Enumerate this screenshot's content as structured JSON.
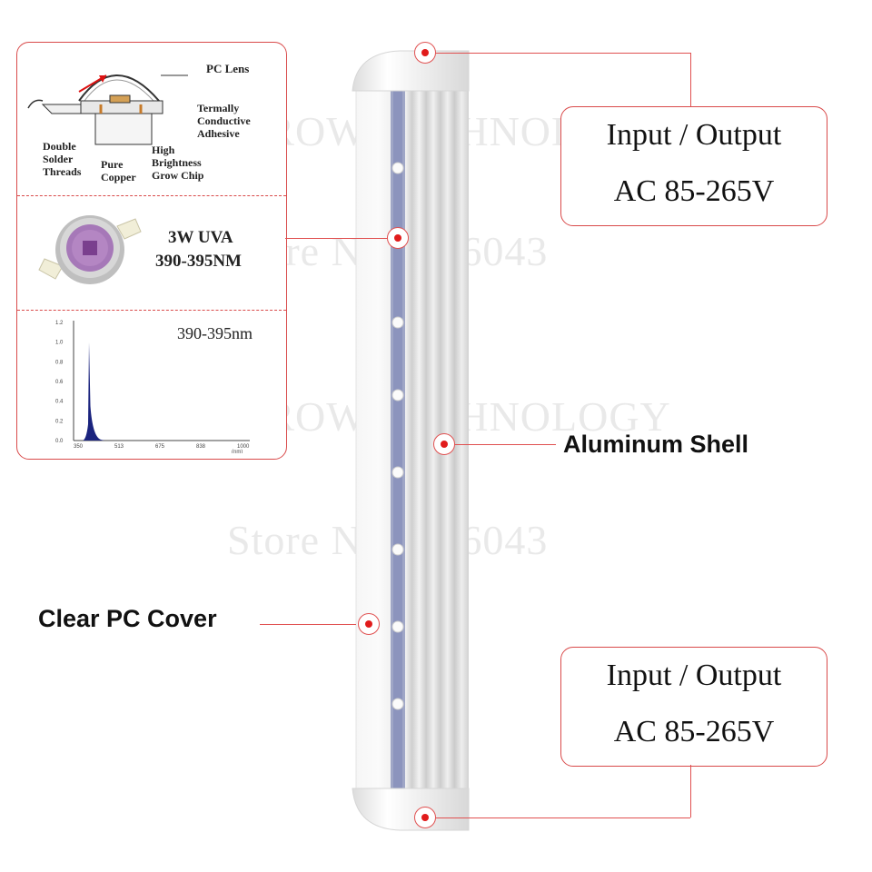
{
  "watermarks": [
    "LOFOCUS GROW TECHNOLOGY",
    "Store No.3086043",
    "LOFOCUS GROW TECHNOLOGY",
    "Store No.3086043"
  ],
  "led_diagram": {
    "pc_lens": "PC Lens",
    "thermal_1": "Termally",
    "thermal_2": "Conductive",
    "thermal_3": "Adhesive",
    "double_1": "Double",
    "double_2": "Solder",
    "double_3": "Threads",
    "copper_1": "Pure",
    "copper_2": "Copper",
    "chip_1": "High",
    "chip_2": "Brightness",
    "chip_3": "Grow Chip"
  },
  "led_chip": {
    "power": "3W UVA",
    "wavelength": "390-395NM"
  },
  "spectrum": {
    "label": "390-395nm",
    "y_ticks": [
      "1.2",
      "1.0",
      "0.8",
      "0.6",
      "0.4",
      "0.2",
      "0.0"
    ],
    "x_ticks": [
      "350",
      "513",
      "675",
      "838",
      "1000"
    ],
    "x_unit": "(nm)"
  },
  "spec_top": {
    "line1": "Input /  Output",
    "line2": "AC 85-265V"
  },
  "spec_bottom": {
    "line1": "Input /  Output",
    "line2": "AC 85-265V"
  },
  "callouts": {
    "aluminum": "Aluminum Shell",
    "cover": "Clear PC Cover"
  },
  "colors": {
    "accent": "#e11b1b",
    "uv_peak": "#1a237e"
  }
}
